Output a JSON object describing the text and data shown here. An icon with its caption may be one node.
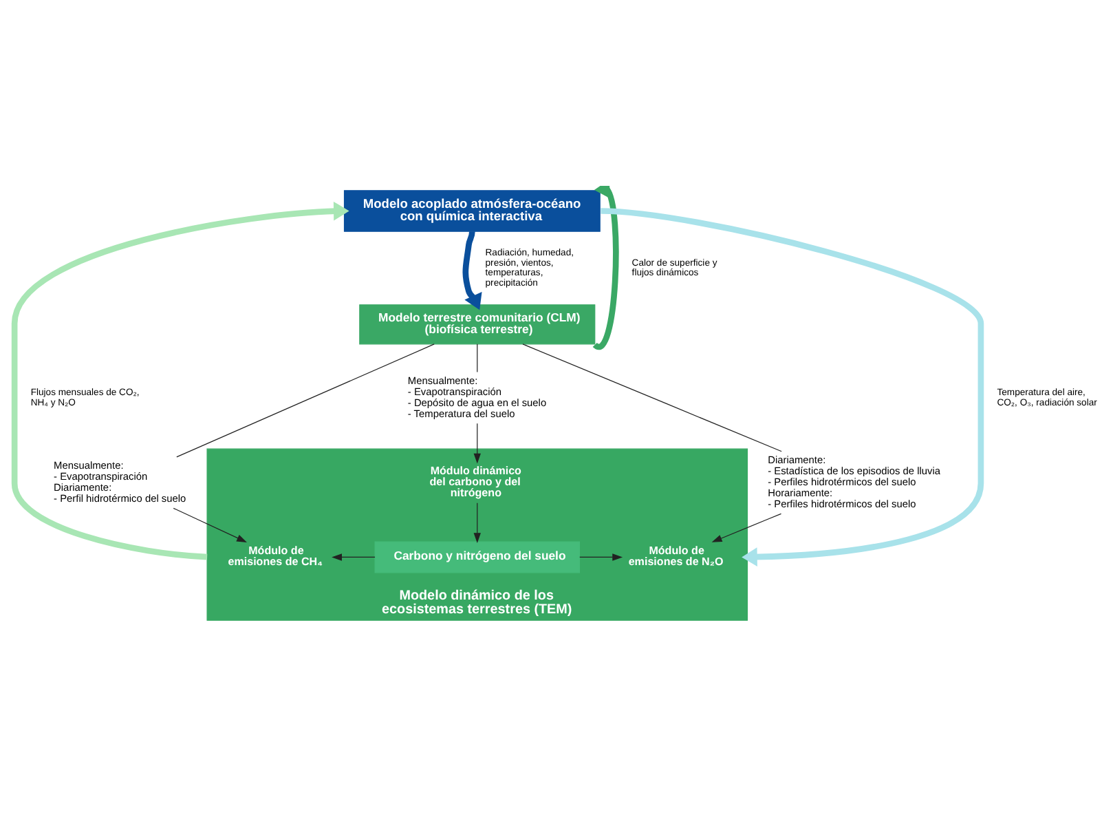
{
  "diagram": {
    "nodes": [
      {
        "text": [
          "Modelo acoplado atmósfera-océano con química interactiva"
        ]
      },
      {
        "text": [
          "Modelo terrestre comunitario (CLM) (biofísica terrestre)"
        ]
      },
      {
        "text": [
          "Mensualmente:",
          "- Evapotranspiración",
          "Diariamente:",
          "- Perfil hidrotérmico del suelo"
        ]
      },
      {
        "text": [
          "Mensualmente:",
          "- Evapotranspiración",
          "- Depósito de agua en el suelo",
          "- Temperatura del suelo"
        ]
      },
      {
        "text": [
          "Diariamente:",
          "- Estadística de los episodios de lluvia",
          "- Perfiles hidrotérmicos del suelo",
          "Horariamente:",
          "- Perfiles hidrotérmicos del suelo"
        ]
      },
      {
        "text": [
          "Modelo dinámico de los ecosistemas terrestres (TEM)"
        ]
      },
      {
        "text": [
          "Módulo dinámico del carbono y del nitrógeno"
        ],
        "in": 5
      },
      {
        "text": [
          "Módulo de emisiones de CH₄"
        ],
        "in": 5
      },
      {
        "text": [
          "Carbono y nitrógeno del suelo"
        ],
        "in": 5
      },
      {
        "text": [
          "Módulo de emisiones de N₂O"
        ],
        "in": 5
      }
    ],
    "edges": [
      {
        "from": 0,
        "to": 1,
        "arrow": "to",
        "label": "Radiación, humedad, presión, vientos, temperaturas, precipitación",
        "style": "thick",
        "color": "#0a4f9c"
      },
      {
        "from": 1,
        "to": 0,
        "arrow": "to",
        "label": "Calor de superficie y flujos dinámicos",
        "style": "thick",
        "color": "#3aa865"
      },
      {
        "from": 5,
        "to": 0,
        "arrow": "to",
        "label": "Flujos mensuales de CO₂, NH₄ y N₂O",
        "style": "thick",
        "color": "#a8e6b4"
      },
      {
        "from": 0,
        "to": 5,
        "arrow": "to",
        "label": "Temperatura del aire, CO₂, O₃, radiación solar",
        "style": "thick",
        "color": "#a8e2ea"
      },
      {
        "from": 1,
        "to": 2,
        "arrow": "none"
      },
      {
        "from": 1,
        "to": 3,
        "arrow": "none"
      },
      {
        "from": 1,
        "to": 4,
        "arrow": "none"
      },
      {
        "from": 2,
        "to": 7,
        "arrow": "to"
      },
      {
        "from": 3,
        "to": 6,
        "arrow": "to"
      },
      {
        "from": 4,
        "to": 9,
        "arrow": "to"
      },
      {
        "from": 6,
        "to": 8,
        "arrow": "to"
      },
      {
        "from": 8,
        "to": 7,
        "arrow": "to"
      },
      {
        "from": 8,
        "to": 9,
        "arrow": "to"
      }
    ]
  }
}
